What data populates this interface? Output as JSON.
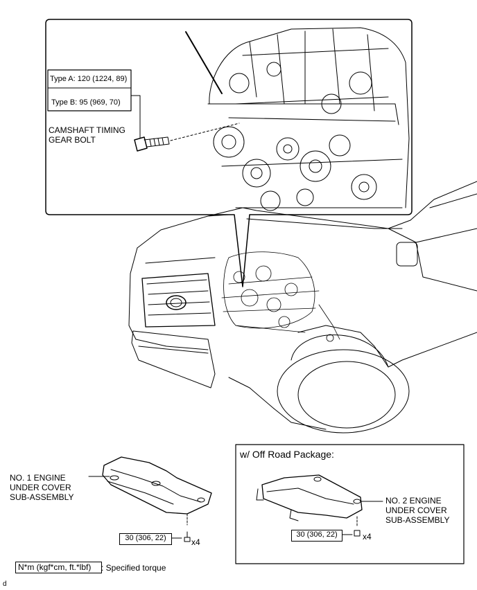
{
  "detail": {
    "torque_type_a": "Type A: 120 (1224, 89)",
    "torque_type_b": "Type B: 95 (969, 70)",
    "part_line1": "CAMSHAFT TIMING",
    "part_line2": "GEAR BOLT"
  },
  "cover1": {
    "line1": "NO. 1 ENGINE",
    "line2": "UNDER COVER",
    "line3": "SUB-ASSEMBLY",
    "torque": "30 (306, 22)",
    "qty": "x4"
  },
  "offroad": {
    "title": "w/ Off Road Package:",
    "line1": "NO. 2 ENGINE",
    "line2": "UNDER COVER",
    "line3": "SUB-ASSEMBLY",
    "torque": "30 (306, 22)",
    "qty": "x4"
  },
  "legend": {
    "unit": "N*m (kgf*cm, ft.*lbf)",
    "text": ": Specified torque"
  },
  "corner_mark": "d"
}
